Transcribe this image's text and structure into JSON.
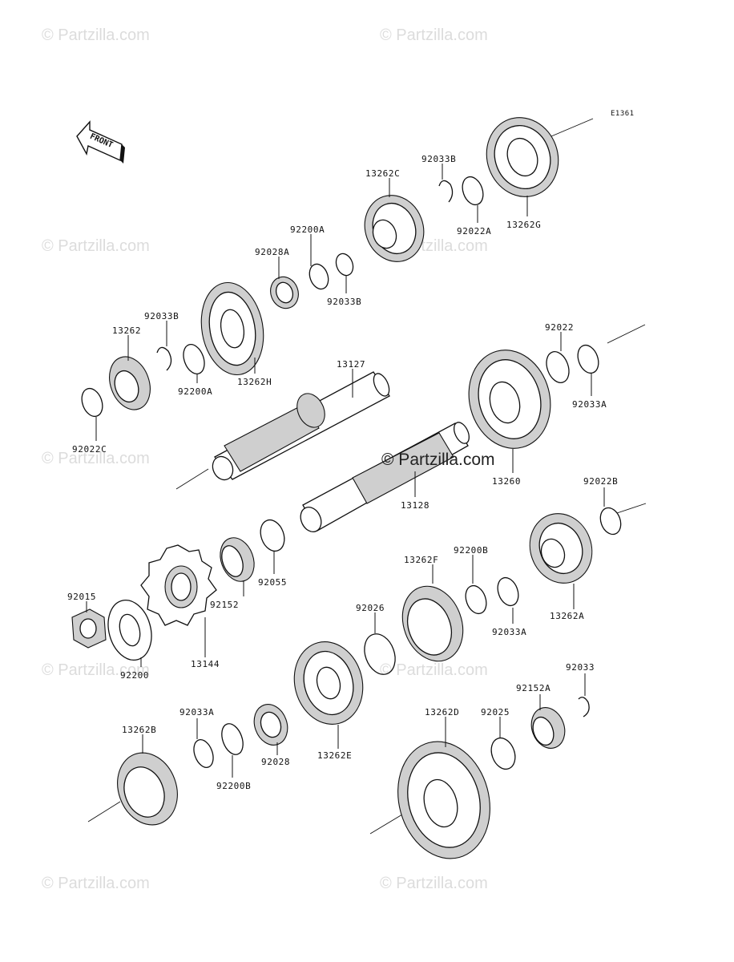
{
  "diagram_code": "E1361",
  "front_label": "FRONT",
  "watermark": "© Partzilla.com",
  "center_watermark": "© Partzilla.com",
  "parts": {
    "p13262c": "13262C",
    "p92033b_top": "92033B",
    "p92022a": "92022A",
    "p13262g": "13262G",
    "p92200a_top": "92200A",
    "p92028a": "92028A",
    "p92033b_mid": "92033B",
    "p92033b_left": "92033B",
    "p13262": "13262",
    "p92200a_left": "92200A",
    "p13262h": "13262H",
    "p13127": "13127",
    "p92022": "92022",
    "p92033a_right": "92033A",
    "p92022c": "92022C",
    "p13260": "13260",
    "p13128": "13128",
    "p92022b": "92022B",
    "p92055": "92055",
    "p92152": "92152",
    "p13262f": "13262F",
    "p92200b_top": "92200B",
    "p92015": "92015",
    "p92026": "92026",
    "p92033a_mid": "92033A",
    "p13262a": "13262A",
    "p92200": "92200",
    "p13144": "13144",
    "p92033": "92033",
    "p92152a": "92152A",
    "p92033a_low": "92033A",
    "p13262d": "13262D",
    "p92025": "92025",
    "p13262b": "13262B",
    "p92028": "92028",
    "p13262e": "13262E",
    "p92200b_low": "92200B"
  }
}
